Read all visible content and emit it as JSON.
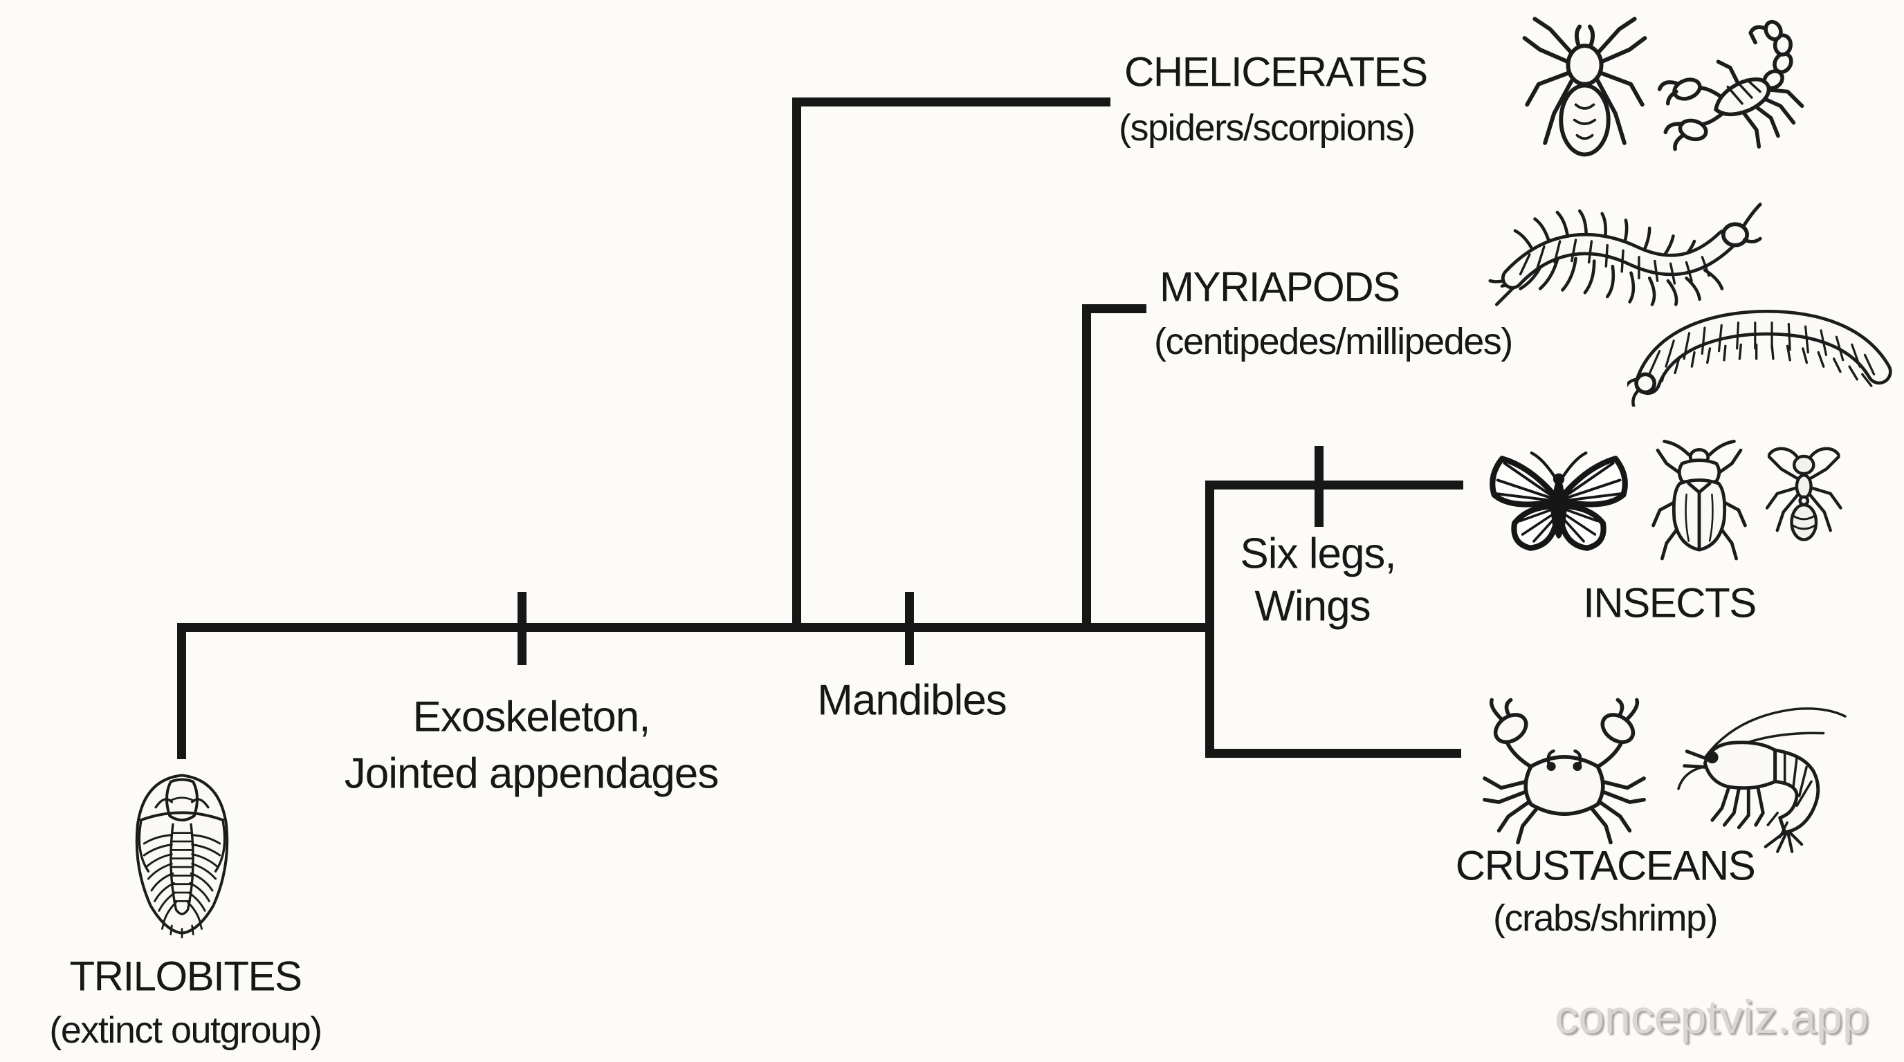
{
  "canvas": {
    "background": "#fcfbf8",
    "line_color": "#171717",
    "text_color": "#171717"
  },
  "diagram_type": "cladogram",
  "tree": {
    "taxa": [
      {
        "name": "CHELICERATES",
        "subtitle": "(spiders/scorpions)",
        "icons": [
          "spider-icon",
          "scorpion-icon"
        ]
      },
      {
        "name": "MYRIAPODS",
        "subtitle": "(centipedes/millipedes)",
        "icons": [
          "centipede-icon",
          "millipede-icon"
        ]
      },
      {
        "name": "INSECTS",
        "subtitle": "",
        "icons": [
          "butterfly-icon",
          "beetle-icon",
          "ant-icon"
        ]
      },
      {
        "name": "CRUSTACEANS",
        "subtitle": "(crabs/shrimp)",
        "icons": [
          "crab-icon",
          "shrimp-icon"
        ]
      },
      {
        "name": "TRILOBITES",
        "subtitle": "(extinct outgroup)",
        "icons": [
          "trilobite-icon"
        ]
      }
    ],
    "traits": [
      {
        "line1": "Exoskeleton,",
        "line2": "Jointed appendages"
      },
      {
        "line1": "Mandibles",
        "line2": ""
      },
      {
        "line1": "Six legs,",
        "line2": "Wings"
      }
    ]
  },
  "watermark": {
    "text": "conceptviz.app",
    "color": "#dbd8d4"
  }
}
